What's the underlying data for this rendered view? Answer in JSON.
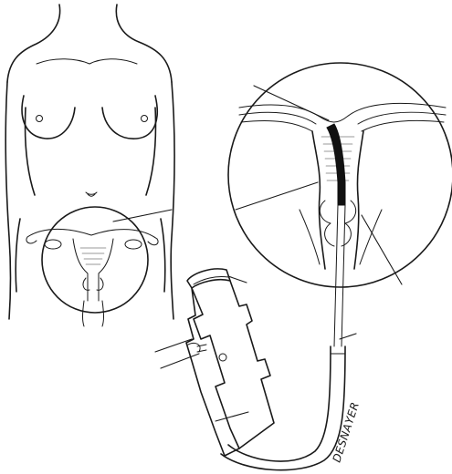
{
  "figure": {
    "signature": "DESNAYER",
    "colors": {
      "ink": "#1a1a1a",
      "background": "#ffffff",
      "catheter_tip": "#111111"
    }
  },
  "parts": [
    {
      "name": "female-torso-outline"
    },
    {
      "name": "pelvic-inset-circle"
    },
    {
      "name": "uterus-magnified-circle"
    },
    {
      "name": "hysteroscope-instrument"
    },
    {
      "name": "flexible-sheath"
    },
    {
      "name": "catheter-tip"
    }
  ],
  "leader_lines": 8
}
